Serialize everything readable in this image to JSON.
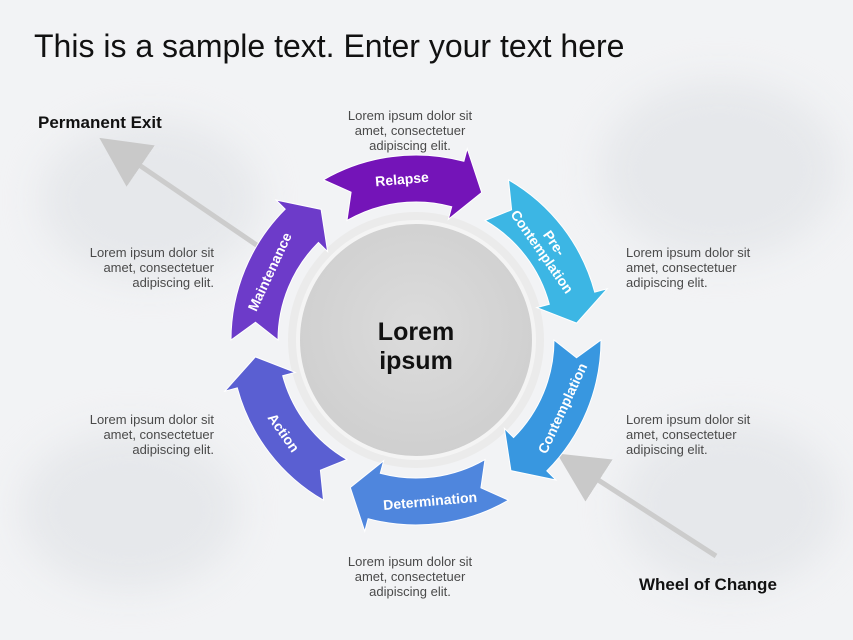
{
  "title": "This is a sample text. Enter your text here",
  "permanent_exit_label": "Permanent Exit",
  "wheel_of_change_label": "Wheel of Change",
  "center_label": "Lorem\nipsum",
  "stages": [
    {
      "id": "relapse",
      "label": "Relapse",
      "color": "#7414b8"
    },
    {
      "id": "pre-contemplation",
      "label": "Pre-\nContemplation",
      "color": "#3cb6e4"
    },
    {
      "id": "contemplation",
      "label": "Contemplation",
      "color": "#3897e0"
    },
    {
      "id": "determination",
      "label": "Determination",
      "color": "#4f86dd"
    },
    {
      "id": "action",
      "label": "Action",
      "color": "#5a5fd2"
    },
    {
      "id": "maintenance",
      "label": "Maintenance",
      "color": "#6d3bc9"
    }
  ],
  "callouts": {
    "top": "Lorem ipsum dolor sit\namet, consectetuer\nadipiscing elit.",
    "upper_left": "Lorem ipsum dolor sit\namet, consectetuer\nadipiscing elit.",
    "upper_right": "Lorem ipsum dolor sit\namet, consectetuer\nadipiscing elit.",
    "lower_left": "Lorem ipsum dolor sit\namet, consectetuer\nadipiscing elit.",
    "lower_right": "Lorem ipsum dolor sit\namet, consectetuer\nadipiscing elit.",
    "bottom": "Lorem ipsum dolor sit\namet, consectetuer\nadipiscing elit."
  }
}
